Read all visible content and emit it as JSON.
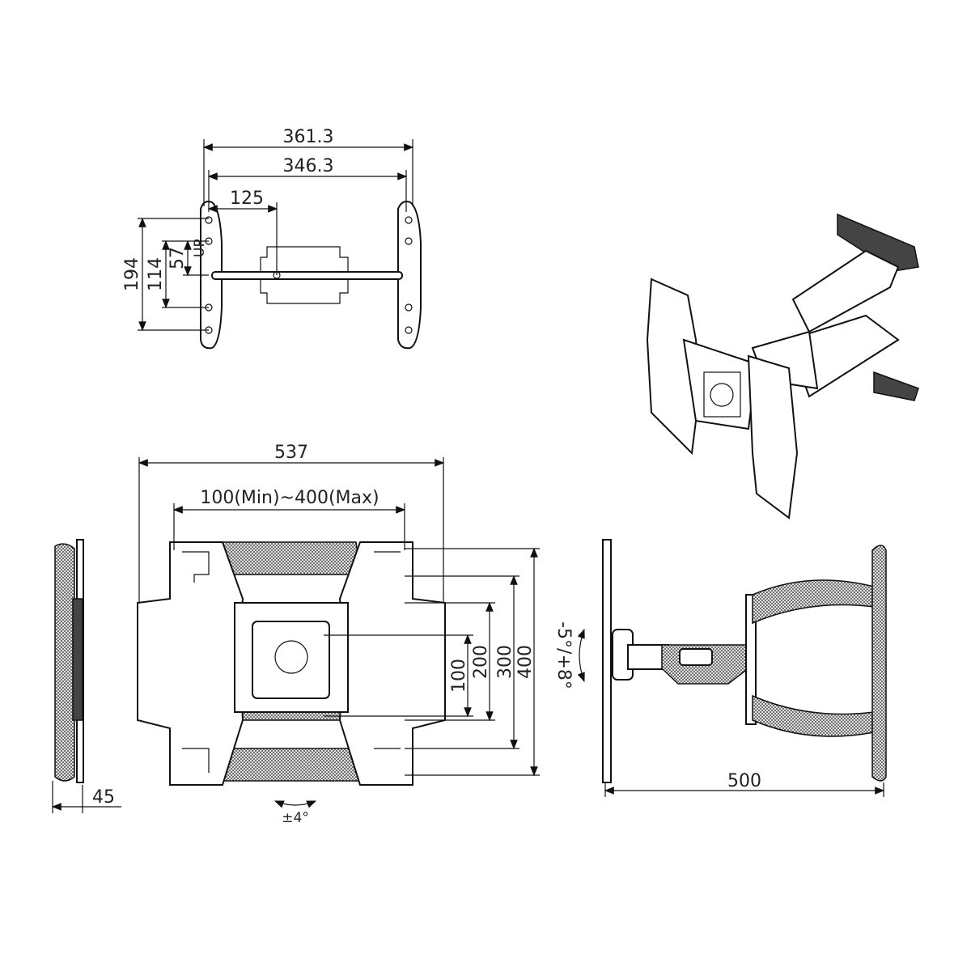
{
  "top_view": {
    "dims": {
      "overall_width": "361.3",
      "inner_width": "346.3",
      "center_offset": "125",
      "height_overall": "194",
      "height_inner": "114",
      "height_half": "57"
    },
    "up_label": "UP"
  },
  "front_view": {
    "dims": {
      "width": "537",
      "vesa_range": "100(Min)~400(Max)",
      "h100": "100",
      "h200": "200",
      "h300": "300",
      "h400": "400"
    },
    "tilt_side": "±4°"
  },
  "side_view": {
    "depth": "45"
  },
  "arm_view": {
    "extension": "500",
    "tilt": "-5°/+8°"
  }
}
